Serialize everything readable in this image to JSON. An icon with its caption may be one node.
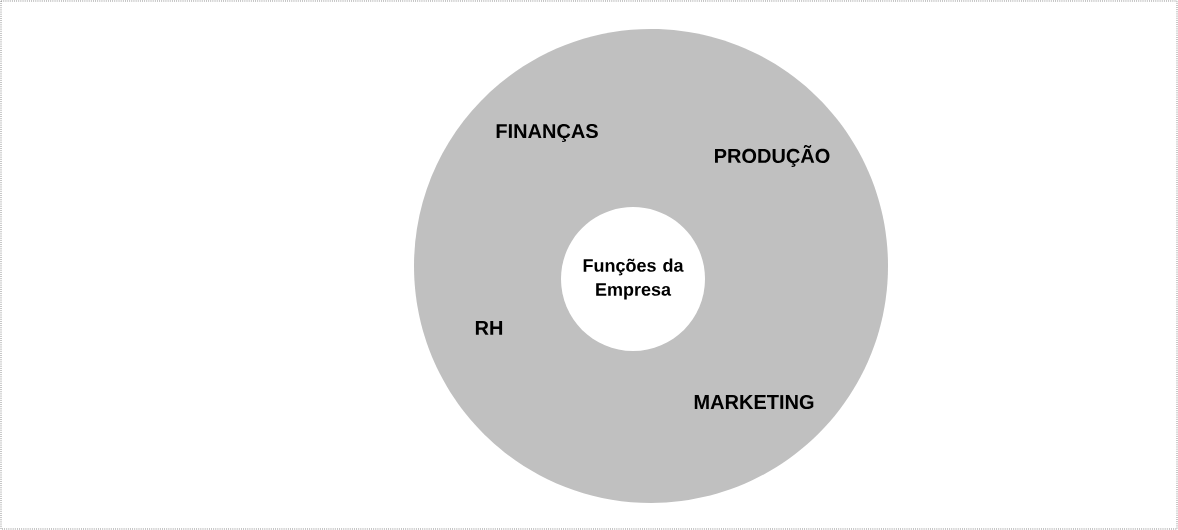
{
  "diagram": {
    "nodes": [
      {
        "text": [
          "FINANÇAS",
          "PRODUÇÃO",
          "RH",
          "MARKETING"
        ]
      },
      {
        "text": [
          "Funções da Empresa"
        ],
        "in": 0
      }
    ]
  }
}
